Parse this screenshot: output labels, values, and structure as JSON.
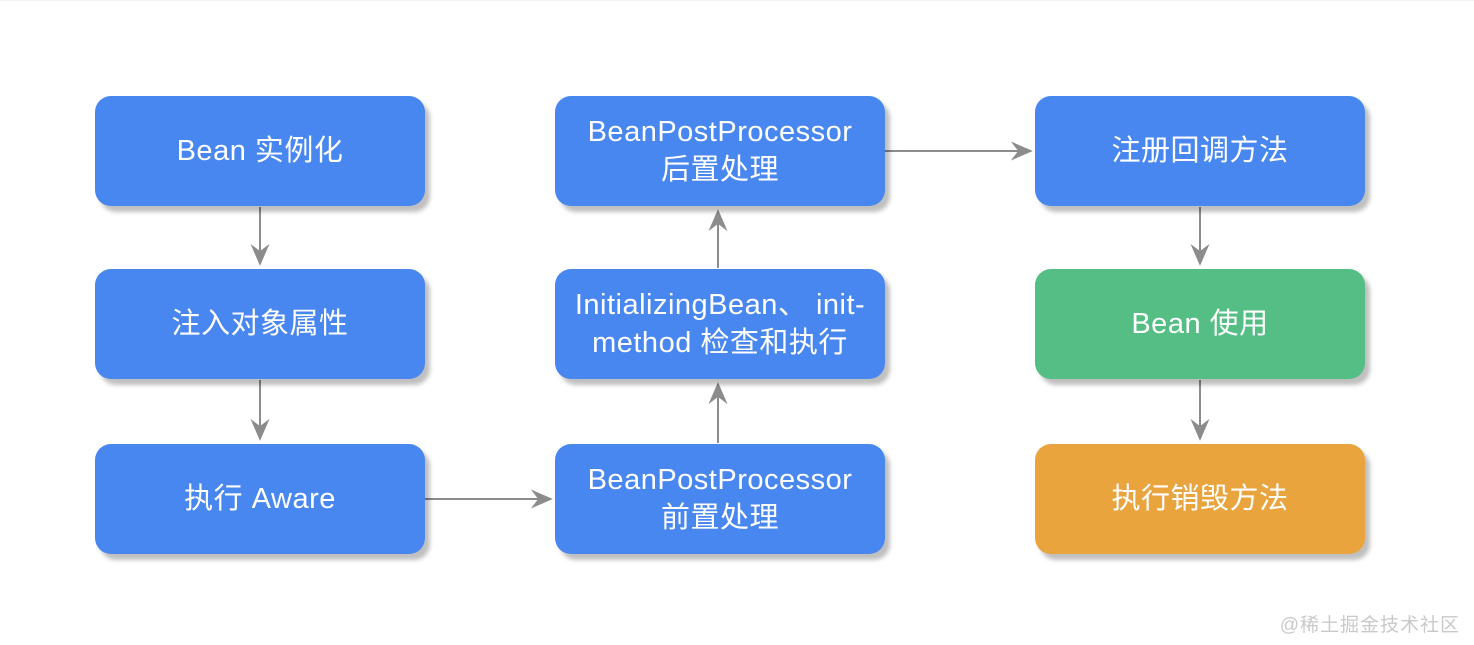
{
  "diagram": {
    "description": "Spring Bean lifecycle flowchart",
    "colors": {
      "node_blue": "#4886F0",
      "node_green": "#54BE84",
      "node_orange": "#E9A43E",
      "arrow_gray": "#8C8C8C",
      "watermark_gray": "#C9C9C9",
      "node_text": "#FFFFFF",
      "background": "#FFFFFF"
    }
  },
  "nodes": {
    "bean_instantiate": {
      "label": "Bean 实例化",
      "color": "#4886F0"
    },
    "inject_properties": {
      "label": "注入对象属性",
      "color": "#4886F0"
    },
    "execute_aware": {
      "label": "执行 Aware",
      "color": "#4886F0"
    },
    "bpp_after": {
      "label": "BeanPostProcessor\n后置处理",
      "color": "#4886F0"
    },
    "initializing_bean": {
      "label": "InitializingBean、 init-\nmethod 检查和执行",
      "color": "#4886F0"
    },
    "bpp_before": {
      "label": "BeanPostProcessor\n前置处理",
      "color": "#4886F0"
    },
    "register_callback": {
      "label": "注册回调方法",
      "color": "#4886F0"
    },
    "bean_use": {
      "label": "Bean 使用",
      "color": "#54BE84"
    },
    "destroy_method": {
      "label": "执行销毁方法",
      "color": "#E9A43E"
    }
  },
  "edges": [
    {
      "from": "bean_instantiate",
      "to": "inject_properties",
      "direction": "down"
    },
    {
      "from": "inject_properties",
      "to": "execute_aware",
      "direction": "down"
    },
    {
      "from": "execute_aware",
      "to": "bpp_before",
      "direction": "right"
    },
    {
      "from": "bpp_before",
      "to": "initializing_bean",
      "direction": "up"
    },
    {
      "from": "initializing_bean",
      "to": "bpp_after",
      "direction": "up"
    },
    {
      "from": "bpp_after",
      "to": "register_callback",
      "direction": "right"
    },
    {
      "from": "register_callback",
      "to": "bean_use",
      "direction": "down"
    },
    {
      "from": "bean_use",
      "to": "destroy_method",
      "direction": "down"
    }
  ],
  "watermark": {
    "text": "@稀土掘金技术社区"
  }
}
